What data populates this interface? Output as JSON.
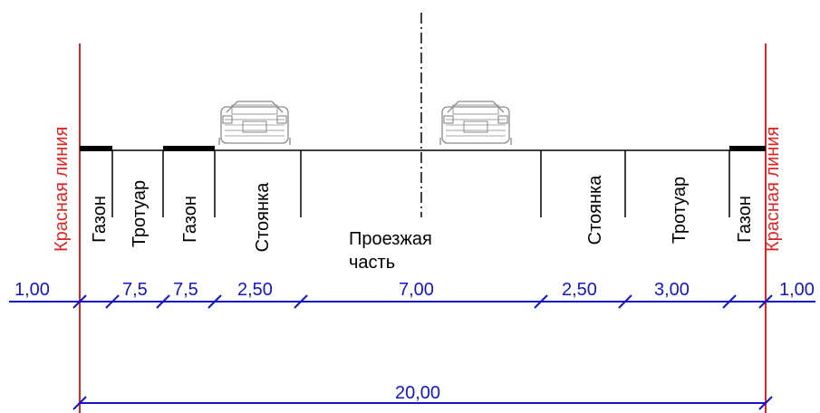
{
  "red_line_label": "Красная линия",
  "zones": {
    "lawn": "Газон",
    "sidewalk": "Тротуар",
    "parking": "Стоянка",
    "carriageway_line1": "Проезжая",
    "carriageway_line2": "часть"
  },
  "dimensions": {
    "left_outer": "1,00",
    "sidewalk_left": "7,5",
    "lawn_left": "7,5",
    "parking_left": "2,50",
    "carriageway": "7,00",
    "parking_right": "2,50",
    "sidewalk_right": "3,00",
    "right_outer": "1,00",
    "total": "20,00"
  },
  "colors": {
    "red_line": "#e02424",
    "dimension": "#1515c8",
    "ground": "#000000"
  },
  "icons": [
    "car-icon"
  ]
}
